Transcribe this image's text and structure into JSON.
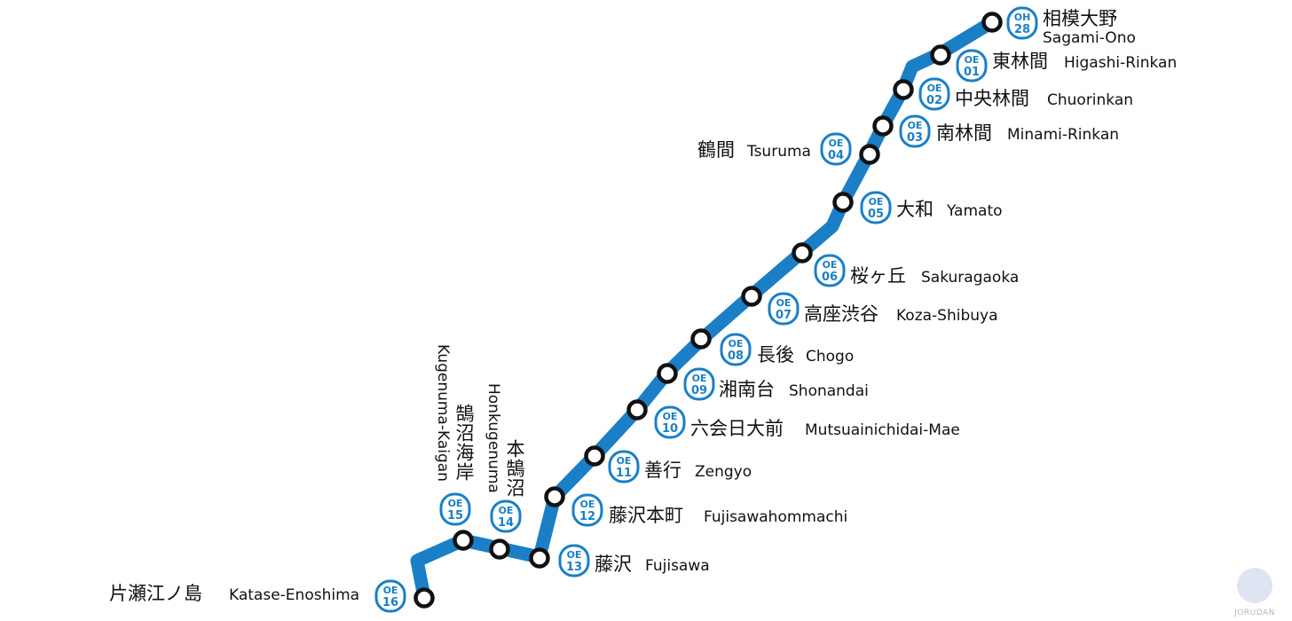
{
  "line": {
    "color": "#1a7fc6",
    "stations": [
      {
        "code_prefix": "OH",
        "code_num": "28",
        "ja": "相模大野",
        "en": "Sagami-Ono"
      },
      {
        "code_prefix": "OE",
        "code_num": "01",
        "ja": "東林間",
        "en": "Higashi-Rinkan"
      },
      {
        "code_prefix": "OE",
        "code_num": "02",
        "ja": "中央林間",
        "en": "Chuorinkan"
      },
      {
        "code_prefix": "OE",
        "code_num": "03",
        "ja": "南林間",
        "en": "Minami-Rinkan"
      },
      {
        "code_prefix": "OE",
        "code_num": "04",
        "ja": "鶴間",
        "en": "Tsuruma"
      },
      {
        "code_prefix": "OE",
        "code_num": "05",
        "ja": "大和",
        "en": "Yamato"
      },
      {
        "code_prefix": "OE",
        "code_num": "06",
        "ja": "桜ヶ丘",
        "en": "Sakuragaoka"
      },
      {
        "code_prefix": "OE",
        "code_num": "07",
        "ja": "高座渋谷",
        "en": "Koza-Shibuya"
      },
      {
        "code_prefix": "OE",
        "code_num": "08",
        "ja": "長後",
        "en": "Chogo"
      },
      {
        "code_prefix": "OE",
        "code_num": "09",
        "ja": "湘南台",
        "en": "Shonandai"
      },
      {
        "code_prefix": "OE",
        "code_num": "10",
        "ja": "六会日大前",
        "en": "Mutsuainichidai-Mae"
      },
      {
        "code_prefix": "OE",
        "code_num": "11",
        "ja": "善行",
        "en": "Zengyo"
      },
      {
        "code_prefix": "OE",
        "code_num": "12",
        "ja": "藤沢本町",
        "en": "Fujisawahommachi"
      },
      {
        "code_prefix": "OE",
        "code_num": "13",
        "ja": "藤沢",
        "en": "Fujisawa"
      },
      {
        "code_prefix": "OE",
        "code_num": "14",
        "ja": "本鵠沼",
        "en": "Honkugenuma"
      },
      {
        "code_prefix": "OE",
        "code_num": "15",
        "ja": "鵠沼海岸",
        "en": "Kugenuma-Kaigan"
      },
      {
        "code_prefix": "OE",
        "code_num": "16",
        "ja": "片瀬江ノ島",
        "en": "Katase-Enoshima"
      }
    ]
  },
  "logo": {
    "text": "JORUDAN",
    "color": "#c8cfe8"
  }
}
